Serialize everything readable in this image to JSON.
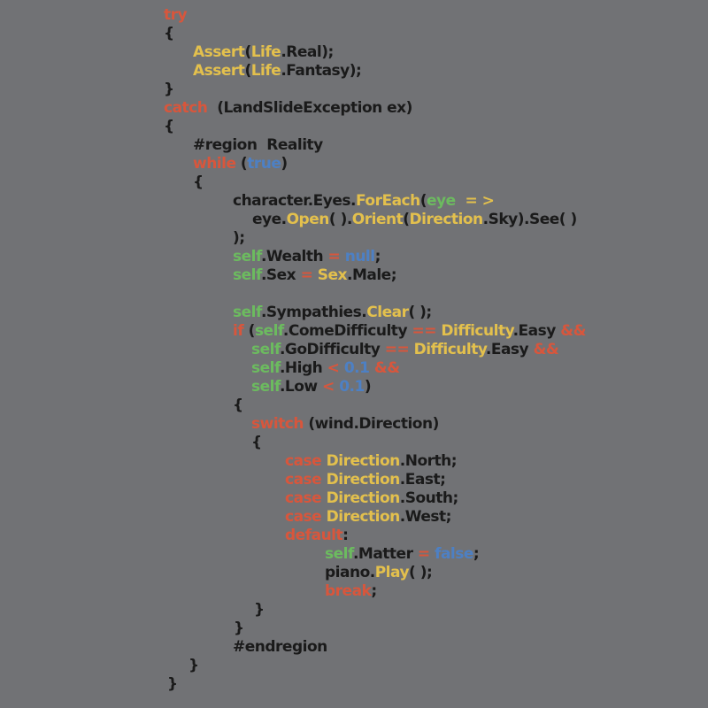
{
  "background": "#717275",
  "palette": {
    "k": "#d8563c",
    "y": "#e3c04d",
    "g": "#6cbb5f",
    "b": "#4d80c4",
    "d": "#1a1a1a"
  },
  "palette_legend": {
    "k": "keyword-red",
    "y": "method-type-yellow",
    "g": "variable-green",
    "b": "literal-blue",
    "d": "plain-black"
  },
  "code": {
    "language": "csharp",
    "lines": [
      {
        "indent": 185,
        "tokens": [
          {
            "t": "try",
            "c": "k"
          }
        ]
      },
      {
        "indent": 185,
        "tokens": [
          {
            "t": "{",
            "c": "d"
          }
        ]
      },
      {
        "indent": 218,
        "tokens": [
          {
            "t": "Assert",
            "c": "y"
          },
          {
            "t": "(",
            "c": "d"
          },
          {
            "t": "Life",
            "c": "y"
          },
          {
            "t": ".Real);",
            "c": "d"
          }
        ]
      },
      {
        "indent": 218,
        "tokens": [
          {
            "t": "Assert",
            "c": "y"
          },
          {
            "t": "(",
            "c": "d"
          },
          {
            "t": "Life",
            "c": "y"
          },
          {
            "t": ".Fantasy);",
            "c": "d"
          }
        ]
      },
      {
        "indent": 185,
        "tokens": [
          {
            "t": "}",
            "c": "d"
          }
        ]
      },
      {
        "indent": 185,
        "tokens": [
          {
            "t": "catch",
            "c": "k"
          },
          {
            "t": "  (LandSlideException ex)",
            "c": "d"
          }
        ]
      },
      {
        "indent": 185,
        "tokens": [
          {
            "t": "{",
            "c": "d"
          }
        ]
      },
      {
        "indent": 218,
        "tokens": [
          {
            "t": "#region  Reality",
            "c": "d"
          }
        ]
      },
      {
        "indent": 218,
        "tokens": [
          {
            "t": "while",
            "c": "k"
          },
          {
            "t": " (",
            "c": "d"
          },
          {
            "t": "true",
            "c": "b"
          },
          {
            "t": ")",
            "c": "d"
          }
        ]
      },
      {
        "indent": 218,
        "tokens": [
          {
            "t": "{",
            "c": "d"
          }
        ]
      },
      {
        "indent": 263,
        "tokens": [
          {
            "t": "character.Eyes.",
            "c": "d"
          },
          {
            "t": "ForEach",
            "c": "y"
          },
          {
            "t": "(",
            "c": "d"
          },
          {
            "t": "eye",
            "c": "g"
          },
          {
            "t": "  ",
            "c": "d"
          },
          {
            "t": "= >",
            "c": "y"
          }
        ]
      },
      {
        "indent": 285,
        "tokens": [
          {
            "t": "eye.",
            "c": "d"
          },
          {
            "t": "Open",
            "c": "y"
          },
          {
            "t": "( ).",
            "c": "d"
          },
          {
            "t": "Orient",
            "c": "y"
          },
          {
            "t": "(",
            "c": "d"
          },
          {
            "t": "Direction",
            "c": "y"
          },
          {
            "t": ".Sky).See( )",
            "c": "d"
          }
        ]
      },
      {
        "indent": 263,
        "tokens": [
          {
            "t": ");",
            "c": "d"
          }
        ]
      },
      {
        "indent": 263,
        "tokens": [
          {
            "t": "self",
            "c": "g"
          },
          {
            "t": ".Wealth ",
            "c": "d"
          },
          {
            "t": "=",
            "c": "k"
          },
          {
            "t": " ",
            "c": "d"
          },
          {
            "t": "null",
            "c": "b"
          },
          {
            "t": ";",
            "c": "d"
          }
        ]
      },
      {
        "indent": 263,
        "tokens": [
          {
            "t": "self",
            "c": "g"
          },
          {
            "t": ".Sex ",
            "c": "d"
          },
          {
            "t": "=",
            "c": "k"
          },
          {
            "t": " ",
            "c": "d"
          },
          {
            "t": "Sex",
            "c": "y"
          },
          {
            "t": ".Male;",
            "c": "d"
          }
        ]
      },
      {
        "indent": 263,
        "tokens": []
      },
      {
        "indent": 263,
        "tokens": [
          {
            "t": "self",
            "c": "g"
          },
          {
            "t": ".Sympathies.",
            "c": "d"
          },
          {
            "t": "Clear",
            "c": "y"
          },
          {
            "t": "( );",
            "c": "d"
          }
        ]
      },
      {
        "indent": 263,
        "tokens": [
          {
            "t": "if",
            "c": "k"
          },
          {
            "t": " (",
            "c": "d"
          },
          {
            "t": "self",
            "c": "g"
          },
          {
            "t": ".ComeDifficulty ",
            "c": "d"
          },
          {
            "t": "==",
            "c": "k"
          },
          {
            "t": " ",
            "c": "d"
          },
          {
            "t": "Difficulty",
            "c": "y"
          },
          {
            "t": ".Easy ",
            "c": "d"
          },
          {
            "t": "&&",
            "c": "k"
          }
        ]
      },
      {
        "indent": 284,
        "tokens": [
          {
            "t": "self",
            "c": "g"
          },
          {
            "t": ".GoDifficulty ",
            "c": "d"
          },
          {
            "t": "==",
            "c": "k"
          },
          {
            "t": " ",
            "c": "d"
          },
          {
            "t": "Difficulty",
            "c": "y"
          },
          {
            "t": ".Easy ",
            "c": "d"
          },
          {
            "t": "&&",
            "c": "k"
          }
        ]
      },
      {
        "indent": 284,
        "tokens": [
          {
            "t": "self",
            "c": "g"
          },
          {
            "t": ".High ",
            "c": "d"
          },
          {
            "t": "<",
            "c": "k"
          },
          {
            "t": " ",
            "c": "d"
          },
          {
            "t": "0.1",
            "c": "b"
          },
          {
            "t": " ",
            "c": "d"
          },
          {
            "t": "&&",
            "c": "k"
          }
        ]
      },
      {
        "indent": 284,
        "tokens": [
          {
            "t": "self",
            "c": "g"
          },
          {
            "t": ".Low ",
            "c": "d"
          },
          {
            "t": "<",
            "c": "k"
          },
          {
            "t": " ",
            "c": "d"
          },
          {
            "t": "0.1",
            "c": "b"
          },
          {
            "t": ")",
            "c": "d"
          }
        ]
      },
      {
        "indent": 263,
        "tokens": [
          {
            "t": "{",
            "c": "d"
          }
        ]
      },
      {
        "indent": 284,
        "tokens": [
          {
            "t": "switch",
            "c": "k"
          },
          {
            "t": " (wind.Direction)",
            "c": "d"
          }
        ]
      },
      {
        "indent": 284,
        "tokens": [
          {
            "t": "{",
            "c": "d"
          }
        ]
      },
      {
        "indent": 322,
        "tokens": [
          {
            "t": "case",
            "c": "k"
          },
          {
            "t": " ",
            "c": "d"
          },
          {
            "t": "Direction",
            "c": "y"
          },
          {
            "t": ".North;",
            "c": "d"
          }
        ]
      },
      {
        "indent": 322,
        "tokens": [
          {
            "t": "case",
            "c": "k"
          },
          {
            "t": " ",
            "c": "d"
          },
          {
            "t": "Direction",
            "c": "y"
          },
          {
            "t": ".East;",
            "c": "d"
          }
        ]
      },
      {
        "indent": 322,
        "tokens": [
          {
            "t": "case",
            "c": "k"
          },
          {
            "t": " ",
            "c": "d"
          },
          {
            "t": "Direction",
            "c": "y"
          },
          {
            "t": ".South;",
            "c": "d"
          }
        ]
      },
      {
        "indent": 322,
        "tokens": [
          {
            "t": "case",
            "c": "k"
          },
          {
            "t": " ",
            "c": "d"
          },
          {
            "t": "Direction",
            "c": "y"
          },
          {
            "t": ".West;",
            "c": "d"
          }
        ]
      },
      {
        "indent": 322,
        "tokens": [
          {
            "t": "default",
            "c": "k"
          },
          {
            "t": ":",
            "c": "d"
          }
        ]
      },
      {
        "indent": 367,
        "tokens": [
          {
            "t": "self",
            "c": "g"
          },
          {
            "t": ".Matter ",
            "c": "d"
          },
          {
            "t": "=",
            "c": "k"
          },
          {
            "t": " ",
            "c": "d"
          },
          {
            "t": "false",
            "c": "b"
          },
          {
            "t": ";",
            "c": "d"
          }
        ]
      },
      {
        "indent": 367,
        "tokens": [
          {
            "t": "piano.",
            "c": "d"
          },
          {
            "t": "Play",
            "c": "y"
          },
          {
            "t": "( );",
            "c": "d"
          }
        ]
      },
      {
        "indent": 367,
        "tokens": [
          {
            "t": "break",
            "c": "k"
          },
          {
            "t": ";",
            "c": "d"
          }
        ]
      },
      {
        "indent": 287,
        "tokens": [
          {
            "t": "}",
            "c": "d"
          }
        ]
      },
      {
        "indent": 264,
        "tokens": [
          {
            "t": "}",
            "c": "d"
          }
        ]
      },
      {
        "indent": 263,
        "tokens": [
          {
            "t": "#endregion",
            "c": "d"
          }
        ]
      },
      {
        "indent": 213,
        "tokens": [
          {
            "t": "}",
            "c": "d"
          }
        ]
      },
      {
        "indent": 189,
        "tokens": [
          {
            "t": "}",
            "c": "d"
          }
        ]
      }
    ]
  }
}
